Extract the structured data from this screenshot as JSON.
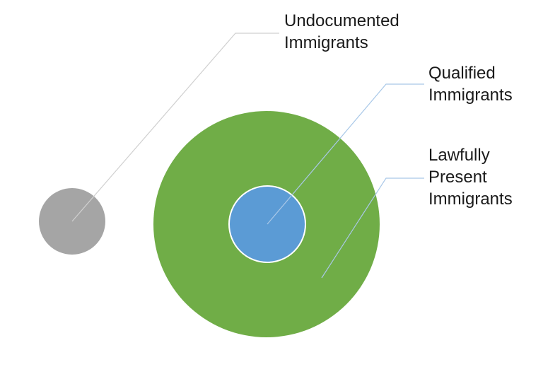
{
  "colors": {
    "undocumented": "#a5a5a5",
    "lawfully_present": "#70ad47",
    "qualified": "#5b9bd5",
    "leader_gray": "#d0d0d0",
    "leader_blue": "#a9c8e8",
    "circle_border": "#ffffff"
  },
  "labels": {
    "undocumented": [
      "Undocumented",
      "Immigrants"
    ],
    "qualified": [
      "Qualified",
      "Immigrants"
    ],
    "lawfully_present": [
      "Lawfully",
      "Present",
      "Immigrants"
    ]
  }
}
